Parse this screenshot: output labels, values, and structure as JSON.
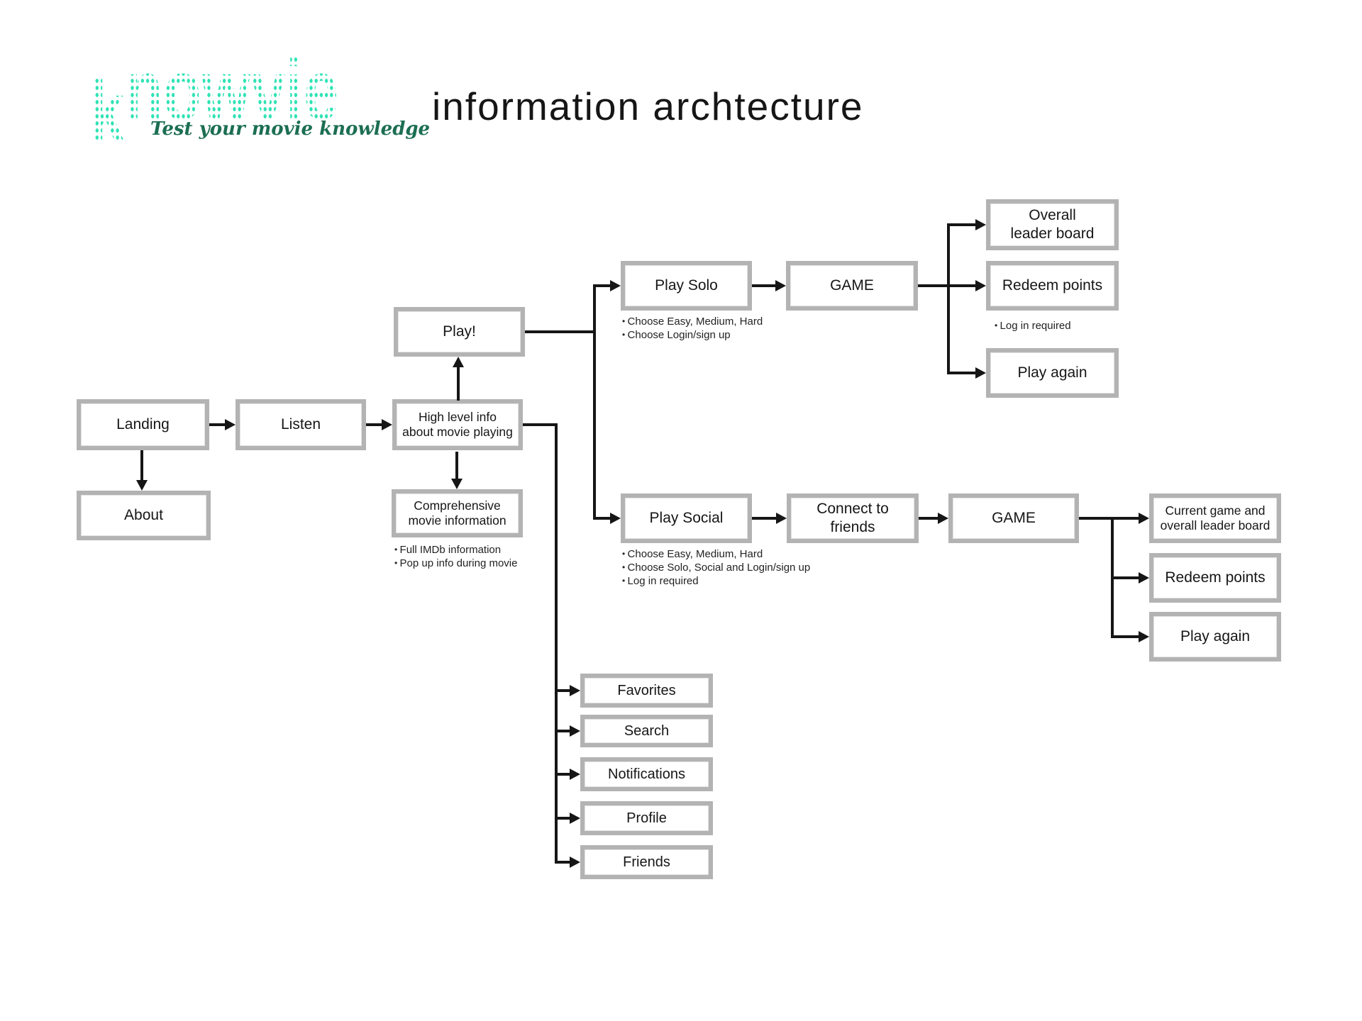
{
  "logo": {
    "brand_initial": "k",
    "brand_rest": "nowvie",
    "tagline": "Test your movie knowledge"
  },
  "header": {
    "title": "information archtecture"
  },
  "palette": {
    "brand_teal": "#2fe3b5",
    "tagline_green": "#1c6e52",
    "box_border": "#b3b3b3",
    "line_color": "#161616"
  },
  "nodes": {
    "landing": "Landing",
    "about": "About",
    "listen": "Listen",
    "high_level_line1": "High level info",
    "high_level_line2": "about movie playing",
    "play": "Play!",
    "comprehensive_line1": "Comprehensive",
    "comprehensive_line2": "movie information",
    "play_solo": "Play Solo",
    "game_solo": "GAME",
    "overall_leader_line1": "Overall",
    "overall_leader_line2": "leader board",
    "redeem_solo": "Redeem points",
    "play_again_solo": "Play again",
    "play_social": "Play Social",
    "connect_line1": "Connect to",
    "connect_line2": "friends",
    "game_social": "GAME",
    "current_leader_line1": "Current game and",
    "current_leader_line2": "overall leader board",
    "redeem_social": "Redeem points",
    "play_again_social": "Play again",
    "favorites": "Favorites",
    "search": "Search",
    "notifications": "Notifications",
    "profile": "Profile",
    "friends": "Friends"
  },
  "notes": {
    "play_solo": [
      "Choose Easy, Medium, Hard",
      "Choose Login/sign up"
    ],
    "play_social": [
      "Choose Easy, Medium, Hard",
      "Choose Solo, Social and Login/sign up",
      "Log in required"
    ],
    "redeem_solo": [
      "Log in required"
    ],
    "comprehensive": [
      "Full IMDb information",
      "Pop up info during movie"
    ]
  }
}
